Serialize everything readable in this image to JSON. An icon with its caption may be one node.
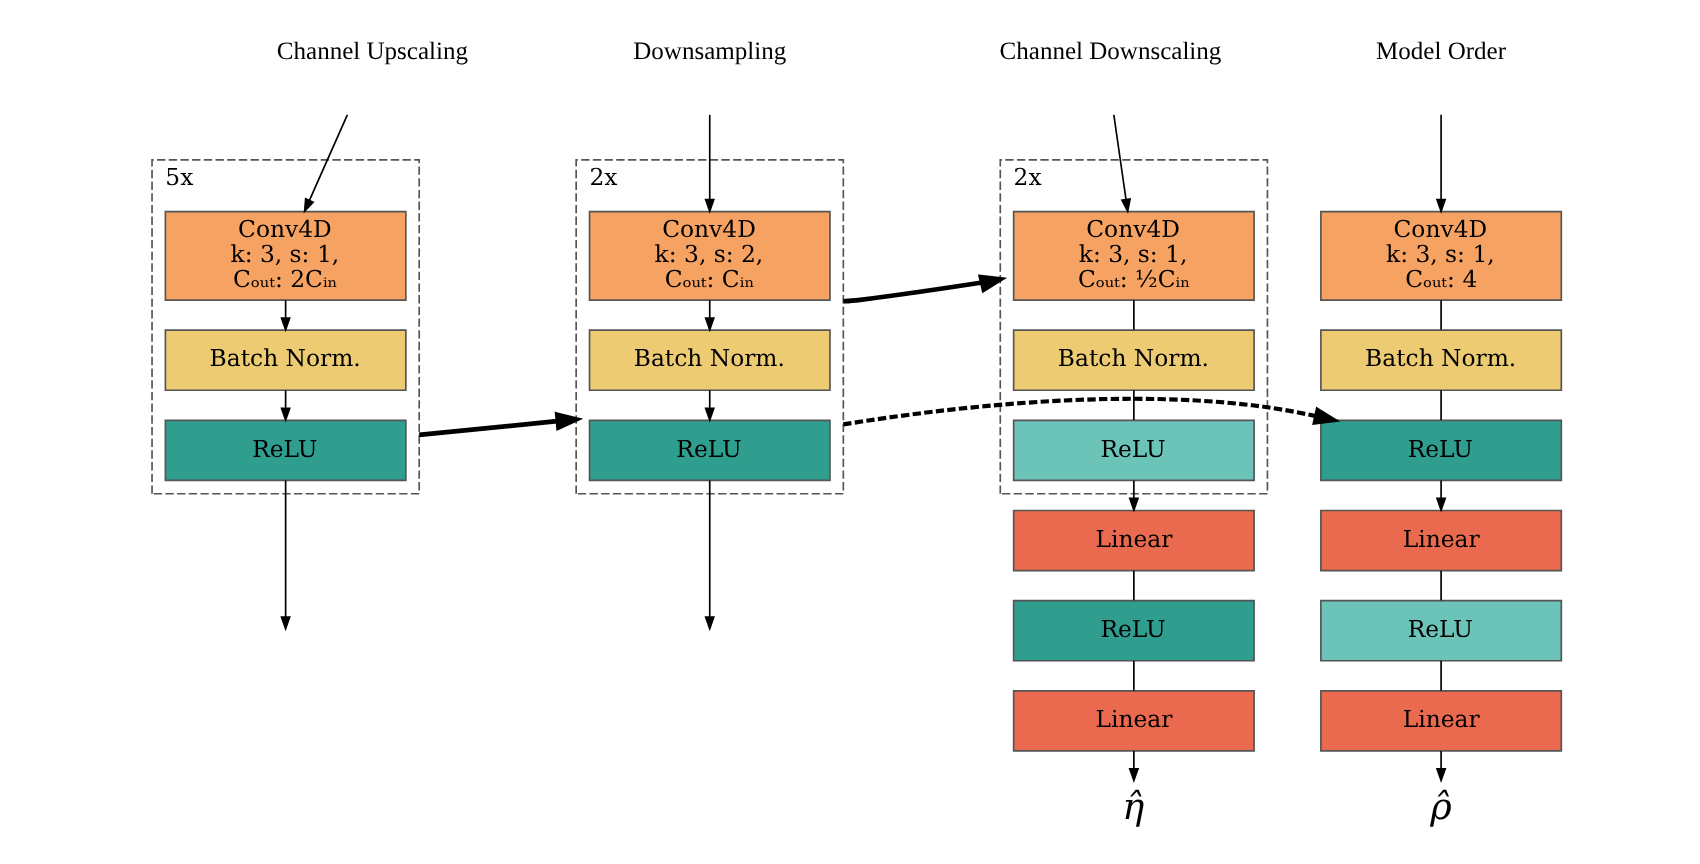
{
  "diagram": {
    "nodes": [
      {
        "text": [
          "5x"
        ]
      },
      {
        "text": [
          "Conv4D",
          "k: 3, s: 1,",
          "Cₒᵤₜ: 2Cᵢₙ"
        ],
        "in": 0
      },
      {
        "text": [
          "Batch Norm."
        ],
        "in": 0
      },
      {
        "text": [
          "ReLU"
        ],
        "in": 0
      },
      {
        "text": [
          "2x"
        ]
      },
      {
        "text": [
          "Conv4D",
          "k: 3, s: 2,",
          "Cₒᵤₜ: Cᵢₙ"
        ],
        "in": 4
      },
      {
        "text": [
          "Batch Norm."
        ],
        "in": 4
      },
      {
        "text": [
          "ReLU"
        ],
        "in": 4
      },
      {
        "text": [
          "2x"
        ]
      },
      {
        "text": [
          "Conv4D",
          "k: 3, s: 1,",
          "Cₒᵤₜ: ½Cᵢₙ"
        ],
        "in": 8
      },
      {
        "text": [
          "Batch Norm."
        ],
        "in": 8
      },
      {
        "text": [
          "ReLU"
        ],
        "in": 8
      },
      {
        "text": [
          "Linear"
        ]
      },
      {
        "text": [
          "ReLU"
        ]
      },
      {
        "text": [
          "Linear"
        ]
      },
      {
        "text": [
          "*η̂*"
        ]
      },
      {
        "text": [
          "Conv4D",
          "k: 3, s: 1,",
          "Cₒᵤₜ: 4"
        ]
      },
      {
        "text": [
          "Batch Norm."
        ]
      },
      {
        "text": [
          "ReLU"
        ]
      },
      {
        "text": [
          "Linear"
        ]
      },
      {
        "text": [
          "ReLU"
        ]
      },
      {
        "text": [
          "Linear"
        ]
      },
      {
        "text": [
          "*ρ̂*"
        ]
      }
    ],
    "edges": [
      {
        "from": null,
        "to": 1,
        "arrow": "to"
      },
      {
        "from": 1,
        "to": 2,
        "arrow": "to"
      },
      {
        "from": 2,
        "to": 3,
        "arrow": "to"
      },
      {
        "from": 3,
        "to": null,
        "arrow": "to"
      },
      {
        "from": 0,
        "to": 4,
        "arrow": "to",
        "style": "thick"
      },
      {
        "from": null,
        "to": 5,
        "arrow": "to"
      },
      {
        "from": 5,
        "to": 6,
        "arrow": "to"
      },
      {
        "from": 6,
        "to": 7,
        "arrow": "to"
      },
      {
        "from": 7,
        "to": null,
        "arrow": "to"
      },
      {
        "from": 4,
        "to": 8,
        "arrow": "to",
        "style": "thick"
      },
      {
        "from": 4,
        "to": 18,
        "arrow": "to",
        "style": "dashed"
      },
      {
        "from": null,
        "to": 9,
        "arrow": "to"
      },
      {
        "from": 9,
        "to": 10,
        "arrow": "none"
      },
      {
        "from": 10,
        "to": 11,
        "arrow": "none"
      },
      {
        "from": 11,
        "to": 12,
        "arrow": "to"
      },
      {
        "from": 12,
        "to": 13,
        "arrow": "none"
      },
      {
        "from": 13,
        "to": 14,
        "arrow": "none"
      },
      {
        "from": 14,
        "to": 15,
        "arrow": "to"
      },
      {
        "from": null,
        "to": 16,
        "arrow": "to"
      },
      {
        "from": 16,
        "to": 17,
        "arrow": "none"
      },
      {
        "from": 17,
        "to": 18,
        "arrow": "none"
      },
      {
        "from": 18,
        "to": 19,
        "arrow": "to"
      },
      {
        "from": 19,
        "to": 20,
        "arrow": "none"
      },
      {
        "from": 20,
        "to": 21,
        "arrow": "none"
      },
      {
        "from": 21,
        "to": 22,
        "arrow": "to"
      }
    ],
    "labels": [
      "Channel Upscaling",
      "Downsampling",
      "Channel Downscaling",
      "Model Order"
    ]
  }
}
